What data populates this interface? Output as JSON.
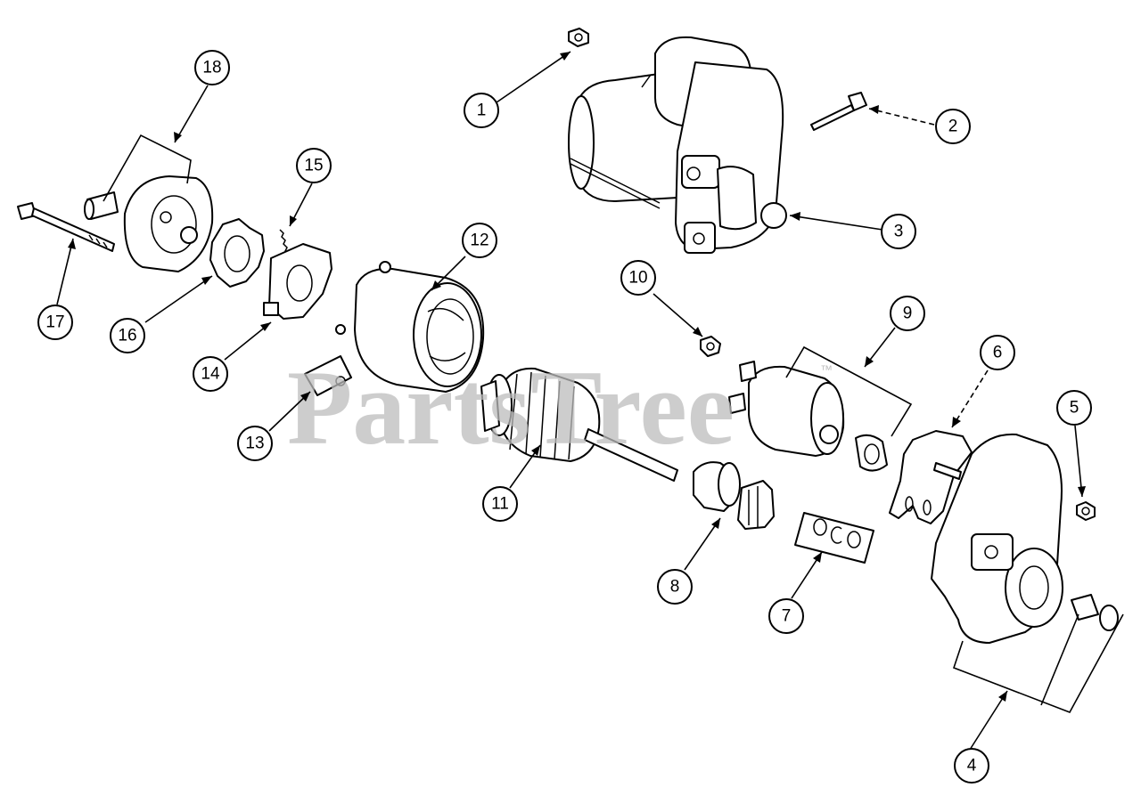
{
  "watermark": {
    "text": "PartsTree",
    "mark": "™"
  },
  "callouts": [
    {
      "id": "c1",
      "label": "1"
    },
    {
      "id": "c2",
      "label": "2"
    },
    {
      "id": "c3",
      "label": "3"
    },
    {
      "id": "c4",
      "label": "4"
    },
    {
      "id": "c5",
      "label": "5"
    },
    {
      "id": "c6",
      "label": "6"
    },
    {
      "id": "c7",
      "label": "7"
    },
    {
      "id": "c8",
      "label": "8"
    },
    {
      "id": "c9",
      "label": "9"
    },
    {
      "id": "c10",
      "label": "10"
    },
    {
      "id": "c11",
      "label": "11"
    },
    {
      "id": "c12",
      "label": "12"
    },
    {
      "id": "c13",
      "label": "13"
    },
    {
      "id": "c14",
      "label": "14"
    },
    {
      "id": "c15",
      "label": "15"
    },
    {
      "id": "c16",
      "label": "16"
    },
    {
      "id": "c17",
      "label": "17"
    },
    {
      "id": "c18",
      "label": "18"
    }
  ]
}
